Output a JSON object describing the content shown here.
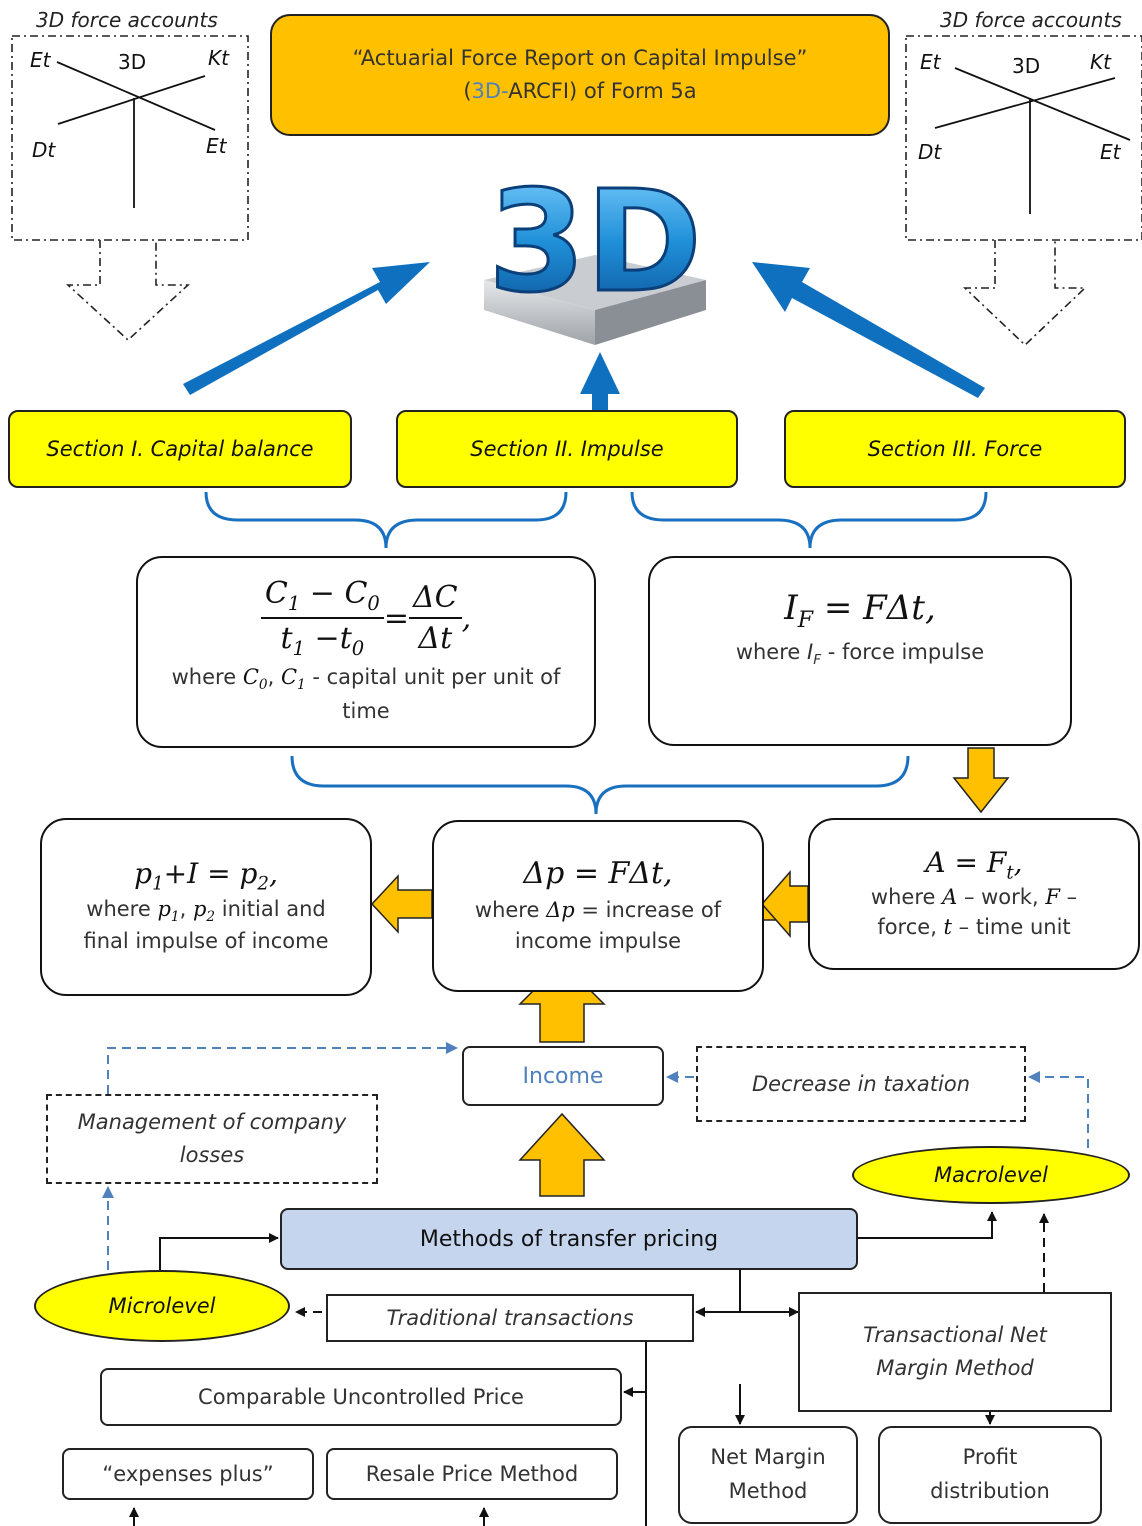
{
  "force_accounts_left": {
    "label": "3D force accounts",
    "center": "3D",
    "tl": "Et",
    "tr": "Kt",
    "bl": "Dt",
    "br": "Et"
  },
  "force_accounts_right": {
    "label": "3D force accounts",
    "center": "3D",
    "tl": "Et",
    "tr": "Kt",
    "bl": "Dt",
    "br": "Et"
  },
  "report_title": {
    "line1": "“Actuarial Force Report on Capital Impulse”",
    "line2_prefix": "(",
    "line2_accent": "3D-",
    "line2_rest": "ARCFI) of Form 5a"
  },
  "logo": {
    "text": "3D"
  },
  "sections": {
    "s1": "Section I. Capital balance",
    "s2": "Section II. Impulse",
    "s3": "Section III. Force"
  },
  "formulas": {
    "capital": {
      "num_a": "C",
      "num_a_sub": "1",
      "num_op": " − ",
      "num_b": "C",
      "num_b_sub": "0",
      "den_a": "t",
      "den_a_sub": "1",
      "den_op": " −",
      "den_b": "t",
      "den_b_sub": "0",
      "eq": " = ",
      "r_num": "ΔC",
      "r_den": "Δt",
      "tail": ",",
      "note_where": "where ",
      "note_c0": "C",
      "note_c0_sub": "0",
      "note_sep": ", ",
      "note_c1": "C",
      "note_c1_sub": "1",
      "note_rest": " - capital unit per unit of time"
    },
    "force_impulse": {
      "lhs": "I",
      "lhs_sub": "F",
      "rhs": " = FΔt,",
      "note_where": "where ",
      "note_i": "I",
      "note_i_sub": "F",
      "note_rest": " - force impulse"
    },
    "income_impulse": {
      "lhs": "p",
      "lhs_sub": "1",
      "plus": "+I = p",
      "rhs_sub": "2",
      "end": ",",
      "note_where": "where ",
      "note_p1": "p",
      "note_p1_sub": "1",
      "note_sep": ", ",
      "note_p2": "p",
      "note_p2_sub": "2",
      "note_rest": " initial and final impulse of income"
    },
    "delta_p": {
      "expr": "Δp = FΔt,",
      "note_where": "where ",
      "note_dp": "Δp",
      "note_rest": " = increase of income impulse"
    },
    "work": {
      "lhs": "A = F",
      "lhs_sub": "t",
      "end": ",",
      "note_where": "where ",
      "note_a": "A",
      "note_a_rest": " – work, ",
      "note_f": "F",
      "note_f_rest": " – force, ",
      "note_t": "t",
      "note_t_rest": " – time unit"
    }
  },
  "income": "Income",
  "decrease_taxation": "Decrease in taxation",
  "management_losses": "Management of company losses",
  "macrolevel": "Macrolevel",
  "microlevel": "Microlevel",
  "transfer_pricing": "Methods of transfer pricing",
  "traditional": "Traditional transactions",
  "tnmm": "Transactional Net Margin Method",
  "cup": "Comparable Uncontrolled Price",
  "expenses_plus": "“expenses plus”",
  "resale_price": "Resale Price Method",
  "net_margin": "Net Margin Method",
  "profit_distribution": "Profit distribution",
  "colors": {
    "section": "#ffff00",
    "title": "#ffc000",
    "arrow_blue": "#1070c0",
    "arrow_orange": "#ffc000",
    "methods_fill": "#c5d5ee",
    "income_text": "#4f81bd",
    "dash_blue": "#4f81bd"
  }
}
